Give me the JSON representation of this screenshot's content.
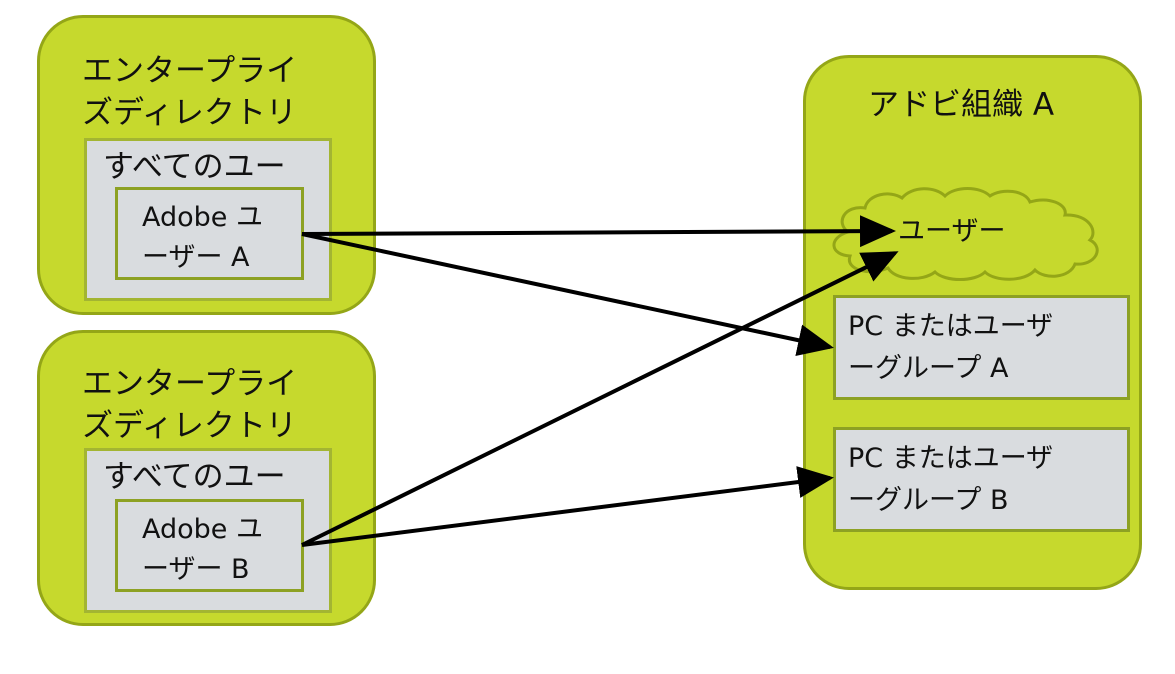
{
  "directories": [
    {
      "title": "エンタープライ\nズディレクトリ",
      "all_users": "すべてのユー",
      "user": "Adobe ユ\nーザー A"
    },
    {
      "title": "エンタープライ\nズディレクトリ",
      "all_users": "すべてのユー",
      "user": "Adobe ユ\nーザー B"
    }
  ],
  "org": {
    "title": "アドビ組織 A",
    "users_label": "ユーザー",
    "groups": [
      {
        "label": "PC またはユーザ\nーグループ A"
      },
      {
        "label": "PC またはユーザ\nーグループ B"
      }
    ]
  },
  "colors": {
    "lime": "#c6d92d",
    "lime_border": "#94a617",
    "box_gray": "#d9dcdf",
    "arrow": "#000000"
  }
}
